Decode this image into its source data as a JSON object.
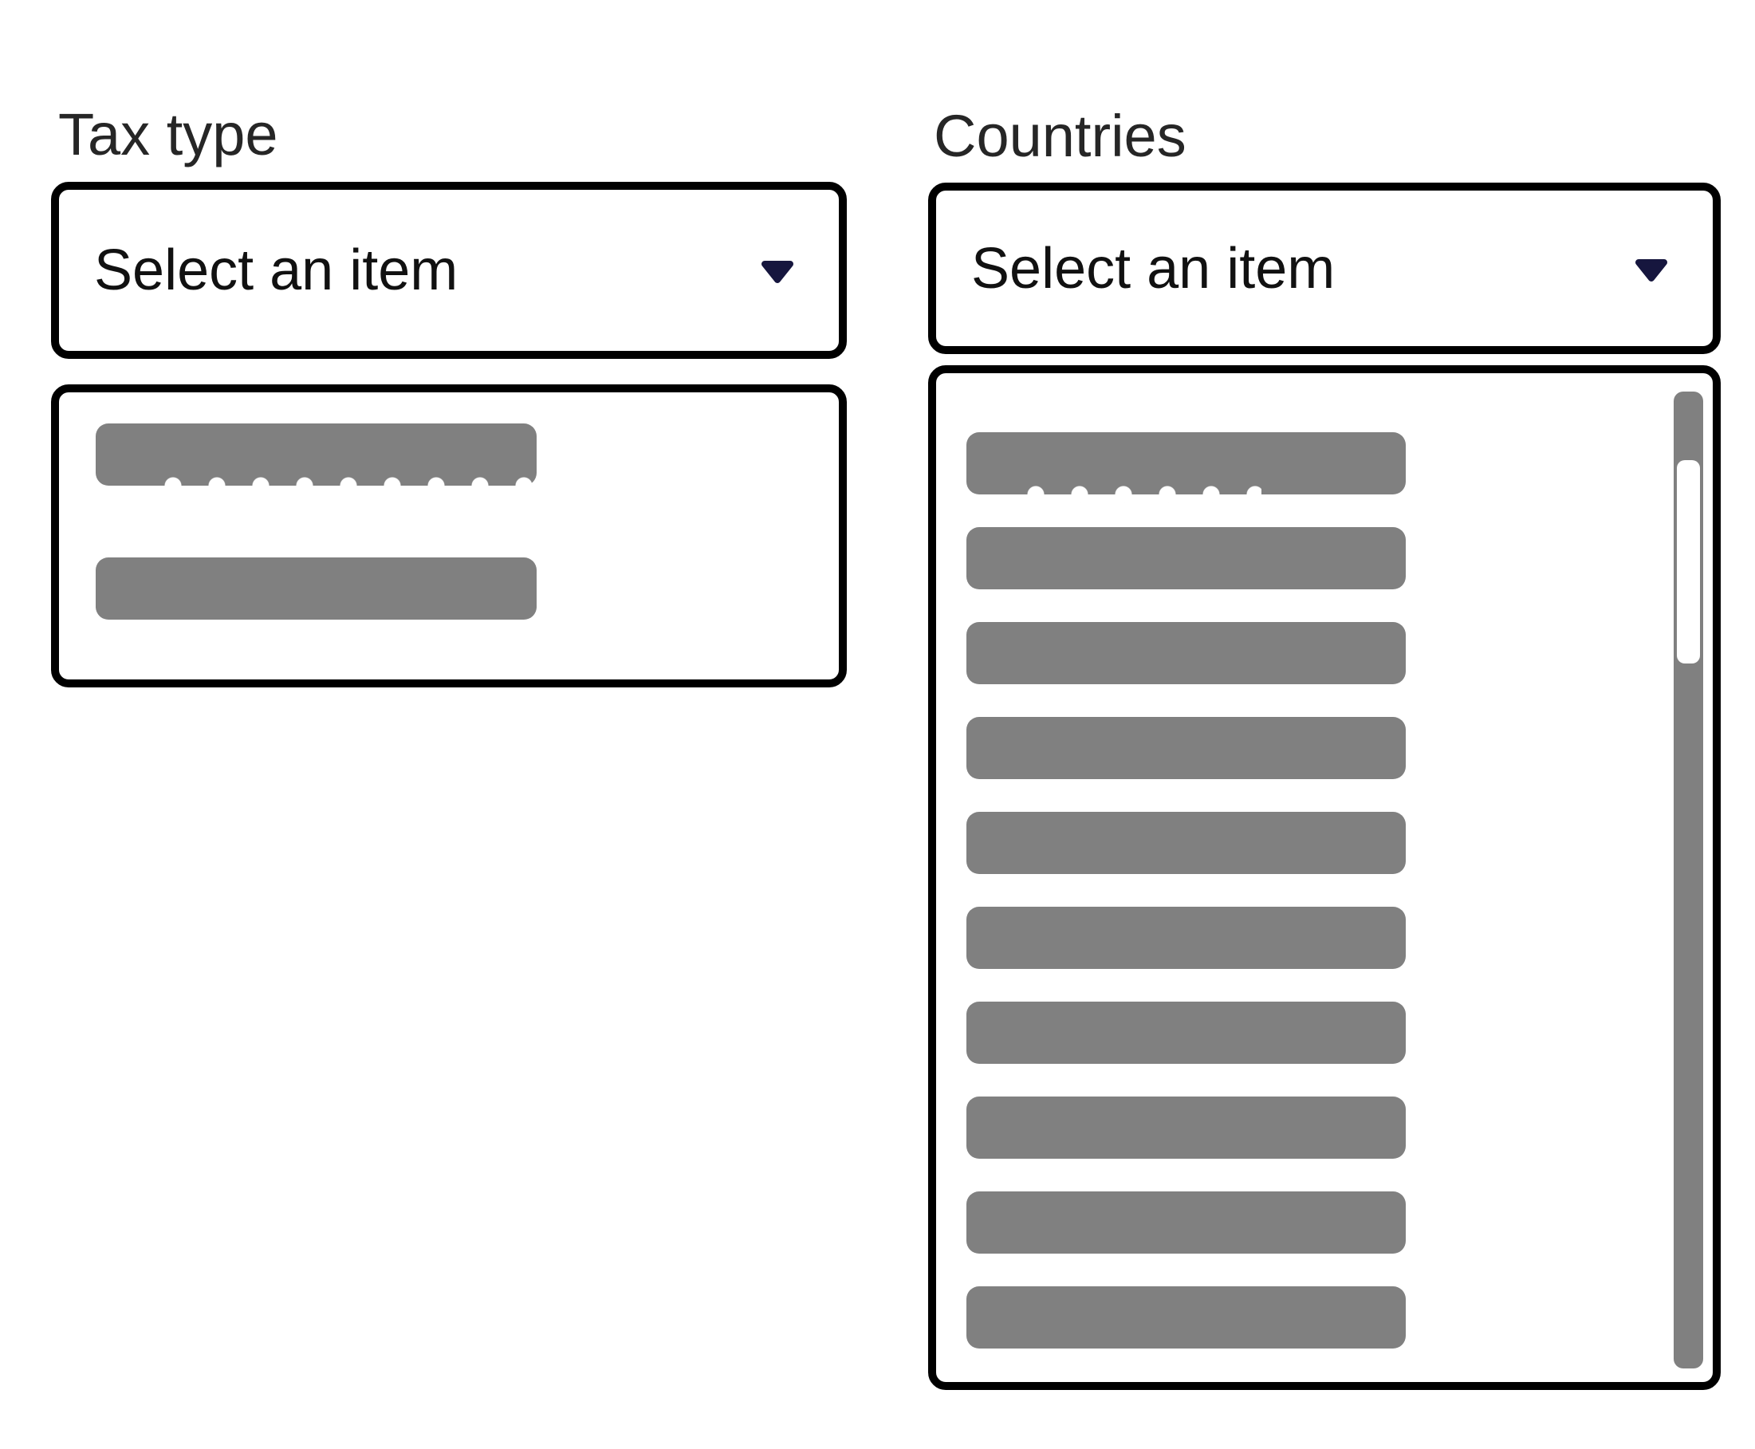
{
  "page": {
    "background": "#ffffff"
  },
  "colors": {
    "box_border": "#000000",
    "label_text": "#262626",
    "combobox_text": "#111111",
    "dropdown_arrow": "#16163e",
    "skeleton_bar": "#808080",
    "scrollbar_track": "#808080",
    "scrollbar_thumb": "#ffffff"
  },
  "fields": {
    "tax_type": {
      "label": "Tax type",
      "value": "Select an item",
      "skeleton_count": 2
    },
    "countries": {
      "label": "Countries",
      "value": "Select an item",
      "skeleton_count": 10,
      "has_scrollbar": true
    }
  },
  "icons": {
    "dropdown_arrow": "chevron-down-icon"
  }
}
